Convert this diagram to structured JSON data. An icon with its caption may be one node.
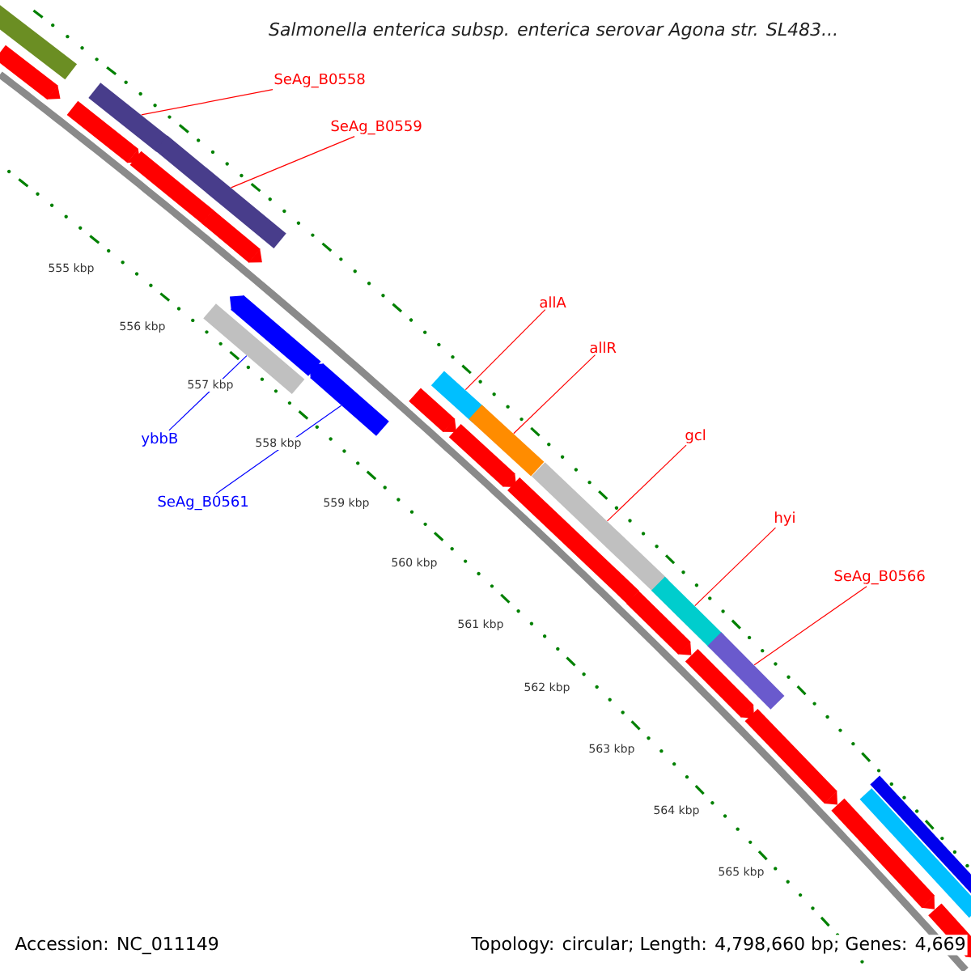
{
  "diagram": {
    "title": "Salmonella enterica subsp. enterica serovar Agona str. SL483...",
    "nodes": [
      {
        "text": [
          "SeAg_B0558"
        ]
      },
      {
        "text": [],
        "shape": "bar"
      },
      {
        "text": [
          "SeAg_B0559"
        ]
      },
      {
        "text": [],
        "shape": "bar"
      },
      {
        "text": [
          "allA"
        ]
      },
      {
        "text": [],
        "shape": "bar"
      },
      {
        "text": [
          "allR"
        ]
      },
      {
        "text": [],
        "shape": "bar"
      },
      {
        "text": [
          "gcl"
        ]
      },
      {
        "text": [],
        "shape": "bar"
      },
      {
        "text": [
          "hyi"
        ]
      },
      {
        "text": [],
        "shape": "bar"
      },
      {
        "text": [
          "SeAg_B0566"
        ]
      },
      {
        "text": [],
        "shape": "bar"
      },
      {
        "text": [
          "ybbB"
        ]
      },
      {
        "text": [],
        "shape": "bar"
      },
      {
        "text": [
          "SeAg_B0561"
        ]
      },
      {
        "text": [],
        "shape": "bar"
      },
      {
        "text": [],
        "shape": "bar"
      },
      {
        "text": [],
        "shape": "bar"
      },
      {
        "text": [],
        "shape": "bar"
      },
      {
        "text": [],
        "shape": "bar"
      },
      {
        "text": [],
        "shape": "bar"
      },
      {
        "text": [],
        "shape": "bar"
      },
      {
        "text": [],
        "shape": "bar"
      },
      {
        "text": [],
        "shape": "bar"
      },
      {
        "text": [],
        "shape": "bar"
      },
      {
        "text": [],
        "shape": "bar"
      },
      {
        "text": [],
        "shape": "bar"
      },
      {
        "text": [],
        "shape": "bar"
      },
      {
        "text": [],
        "shape": "bar"
      },
      {
        "text": [],
        "shape": "bar"
      },
      {
        "text": [],
        "shape": "bar"
      },
      {
        "text": [],
        "shape": "bar"
      }
    ],
    "edges": [
      {
        "from": 0,
        "to": 1,
        "arrow": "none"
      },
      {
        "from": 2,
        "to": 3,
        "arrow": "none"
      },
      {
        "from": 4,
        "to": 5,
        "arrow": "none"
      },
      {
        "from": 6,
        "to": 7,
        "arrow": "none"
      },
      {
        "from": 8,
        "to": 9,
        "arrow": "none"
      },
      {
        "from": 10,
        "to": 11,
        "arrow": "none"
      },
      {
        "from": 12,
        "to": 13,
        "arrow": "none"
      },
      {
        "from": 14,
        "to": 15,
        "arrow": "none",
        "color": "#0000ff"
      },
      {
        "from": 16,
        "to": 17,
        "arrow": "none",
        "color": "#0000ff"
      }
    ],
    "labels": [
      "555 kbp",
      "556 kbp",
      "557 kbp",
      "558 kbp",
      "559 kbp",
      "560 kbp",
      "561 kbp",
      "562 kbp",
      "563 kbp",
      "564 kbp",
      "565 kbp",
      "Accession: NC_011149",
      "Topology: circular; Length: 4,798,660 bp; Genes: 4,669"
    ]
  }
}
